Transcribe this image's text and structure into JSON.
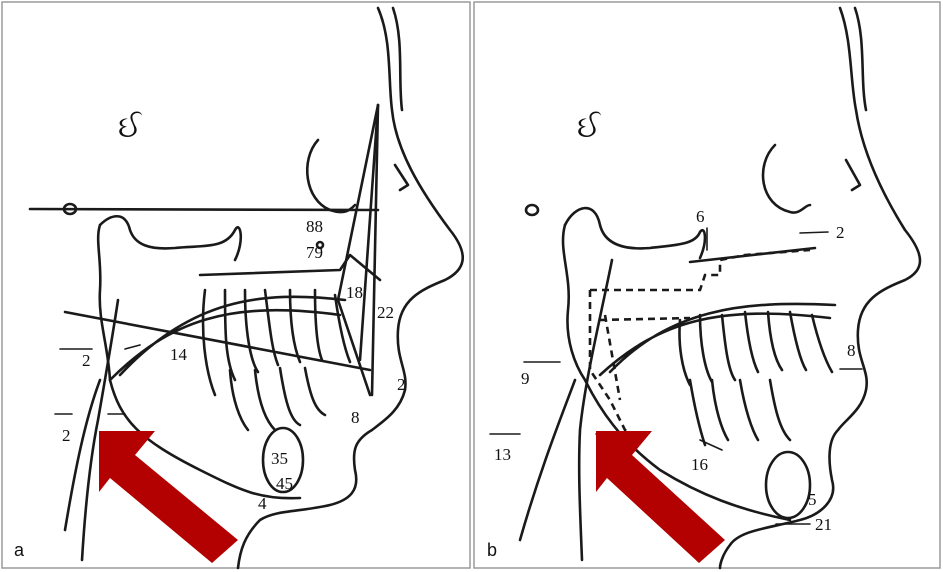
{
  "panels": [
    {
      "id": "a",
      "label": "a",
      "glyph": "ઈ",
      "numbers": [
        "88",
        "79",
        "18",
        "22",
        "14",
        "2",
        "2",
        "2",
        "8",
        "35",
        "45",
        "4"
      ]
    },
    {
      "id": "b",
      "label": "b",
      "glyph": "ઈ",
      "numbers": [
        "6",
        "2",
        "8",
        "9",
        "13",
        "16",
        "5",
        "21"
      ]
    }
  ],
  "arrow_color": "#b30000"
}
